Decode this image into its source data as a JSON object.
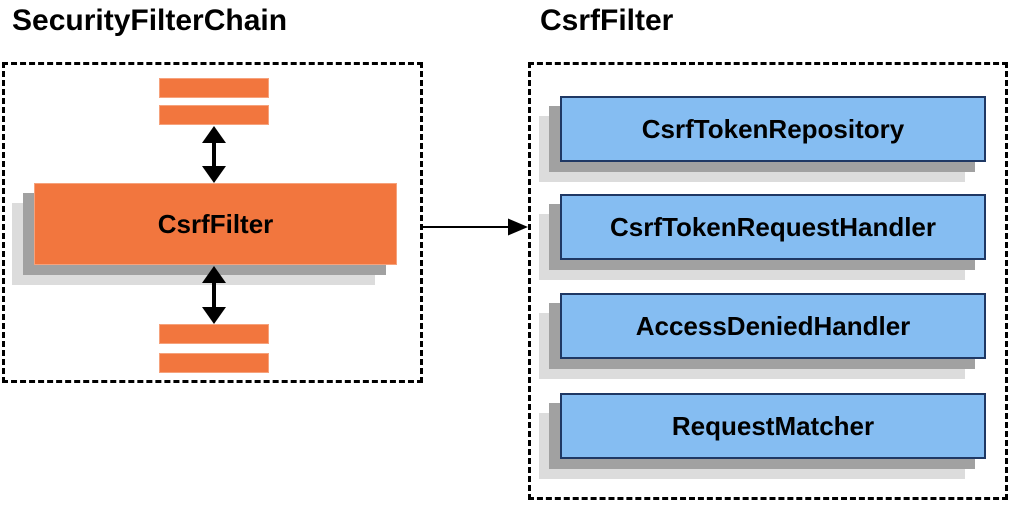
{
  "diagram": {
    "left_group": {
      "title": "SecurityFilterChain",
      "node_label": "CsrfFilter"
    },
    "right_group": {
      "title": "CsrfFilter",
      "components": [
        {
          "label": "CsrfTokenRepository"
        },
        {
          "label": "CsrfTokenRequestHandler"
        },
        {
          "label": "AccessDeniedHandler"
        },
        {
          "label": "RequestMatcher"
        }
      ]
    },
    "icons": {
      "bidirectional_arrow": "↕",
      "flow_arrow": "→"
    },
    "colors": {
      "orange_fill": "#f2763e",
      "orange_border": "#f6a27c",
      "blue_fill": "#85bdf2",
      "blue_border": "#1f3864",
      "shadow_mid": "#a1a1a1",
      "shadow_light": "#dcdcdc",
      "outline": "#000000",
      "text": "#000000",
      "background": "#ffffff"
    }
  }
}
